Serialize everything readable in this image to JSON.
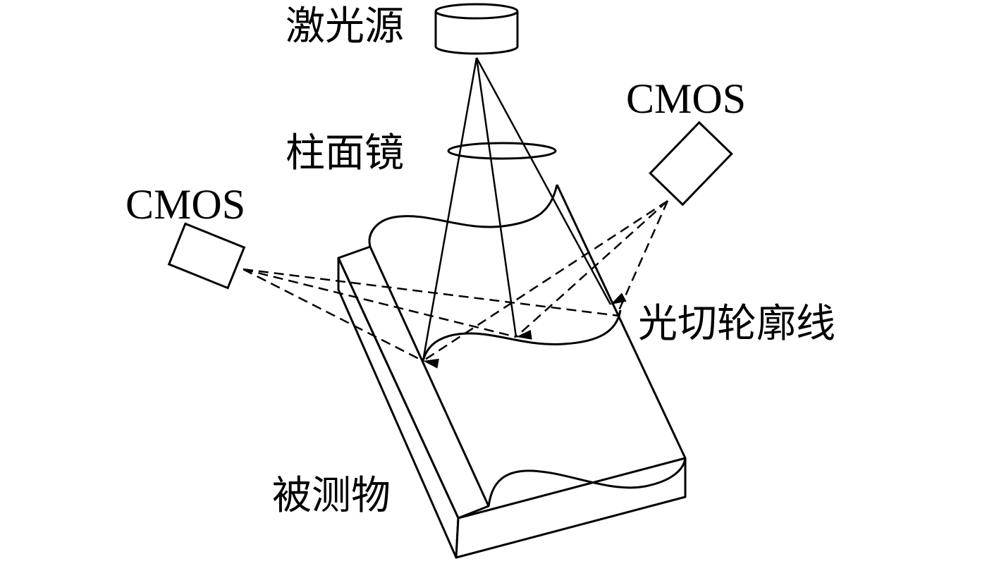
{
  "labels": {
    "laser_source": "激光源",
    "cylindrical_lens": "柱面镜",
    "cmos_right": "CMOS",
    "cmos_left": "CMOS",
    "light_section_profile": "光切轮廓线",
    "measured_object": "被测物"
  },
  "colors": {
    "stroke": "#000000",
    "background": "#ffffff"
  }
}
